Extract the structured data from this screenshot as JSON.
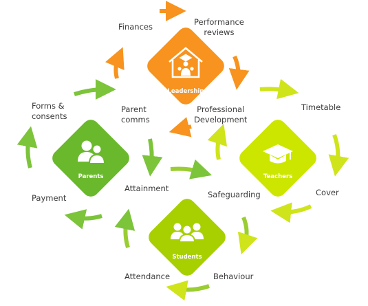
{
  "colors": {
    "leadership": "#f7931e",
    "parents": "#6ab92c",
    "teachers": "#cde600",
    "students": "#a8d000",
    "arrow_orange": "#f7931e",
    "arrow_green": "#7cc43a",
    "arrow_lime": "#cfe41b",
    "text": "#3a3a3a"
  },
  "hubs": {
    "leadership": {
      "label": "Leadership",
      "icon": "school-building-icon"
    },
    "parents": {
      "label": "Parents",
      "icon": "people-icon"
    },
    "teachers": {
      "label": "Teachers",
      "icon": "graduation-cap-icon"
    },
    "students": {
      "label": "Students",
      "icon": "students-icon"
    }
  },
  "labels": {
    "finances": "Finances",
    "performance_reviews": "Performance\nreviews",
    "professional_development": "Professional\nDevelopment",
    "parent_comms": "Parent\ncomms",
    "forms_consents": "Forms &\nconsents",
    "payment": "Payment",
    "attainment": "Attainment",
    "timetable": "Timetable",
    "cover": "Cover",
    "safeguarding": "Safeguarding",
    "attendance": "Attendance",
    "behaviour": "Behaviour"
  }
}
